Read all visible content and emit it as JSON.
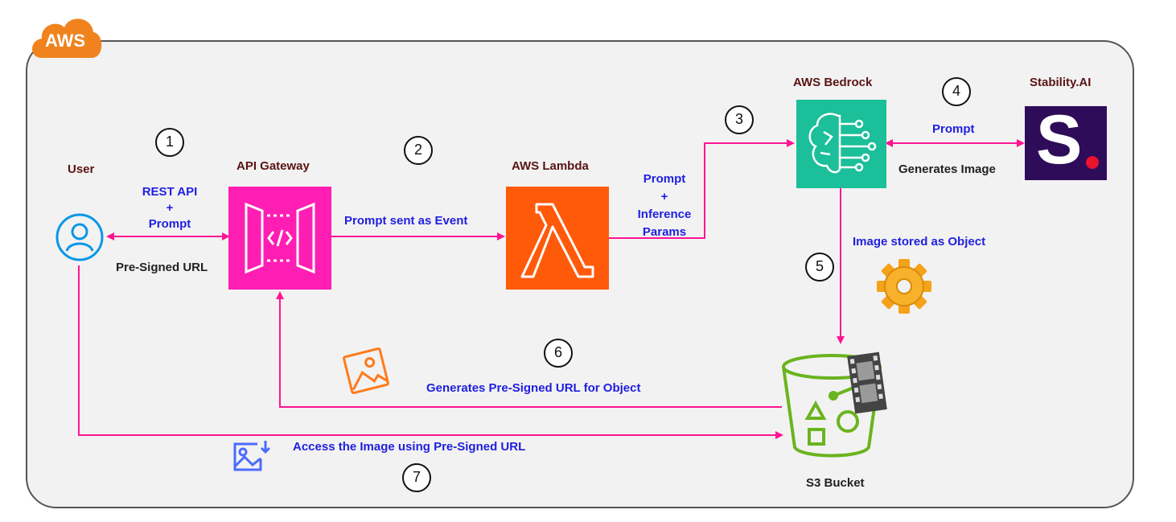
{
  "cloud": {
    "badge": "AWS",
    "color": "#f0831e",
    "container_fill": "#f2f2f2",
    "container_stroke": "#555555"
  },
  "nodes": {
    "user": {
      "label": "User",
      "icon": "user-circle-icon",
      "color": "#0a96e6"
    },
    "api_gateway": {
      "label": "API Gateway",
      "icon": "api-gateway-icon",
      "color": "#ff1eb4"
    },
    "lambda": {
      "label": "AWS Lambda",
      "icon": "lambda-icon",
      "color": "#ff5a0a"
    },
    "bedrock": {
      "label": "AWS Bedrock",
      "icon": "bedrock-brain-icon",
      "color": "#1bbf99"
    },
    "stability": {
      "label": "Stability.AI",
      "glyph": "S",
      "icon": "stability-ai-logo-icon",
      "color": "#2e0c5a"
    },
    "s3": {
      "label": "S3 Bucket",
      "icon": "s3-bucket-icon",
      "color": "#6ab41e"
    }
  },
  "steps": [
    "1",
    "2",
    "3",
    "4",
    "5",
    "6",
    "7"
  ],
  "edges": {
    "user_api": {
      "line1": "REST API",
      "line2": "+",
      "line3": "Prompt",
      "return_label": "Pre-Signed URL"
    },
    "api_lambda": {
      "label": "Prompt sent as Event"
    },
    "lambda_bedrock": {
      "line1": "Prompt",
      "line2": "+",
      "line3": "Inference",
      "line4": "Params"
    },
    "bedrock_stability": {
      "forward_label": "Prompt",
      "return_label": "Generates Image"
    },
    "bedrock_s3": {
      "label": "Image stored as Object"
    },
    "s3_api": {
      "label": "Generates Pre-Signed URL for Object"
    },
    "user_s3": {
      "label": "Access the Image using Pre-Signed URL"
    }
  },
  "decorations": [
    "gear-icon",
    "image-icon",
    "image-download-icon",
    "film-icon"
  ],
  "colors": {
    "arrow": "#ff1493",
    "label_blue": "#1f1fe0",
    "title_dark_red": "#5a1414"
  }
}
